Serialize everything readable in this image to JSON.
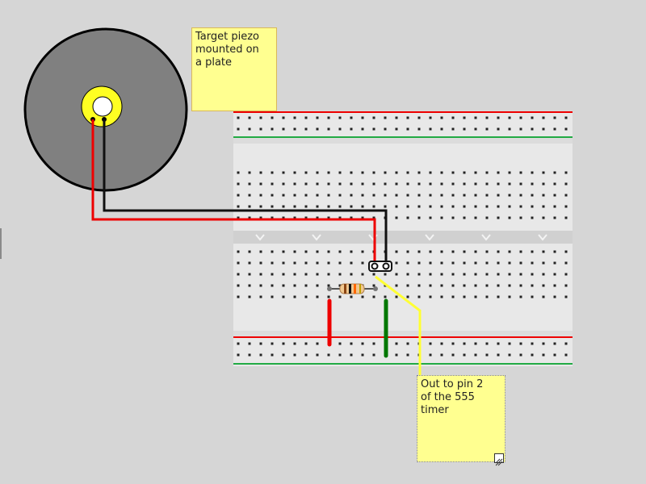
{
  "notes": {
    "piezo_text": "Target piezo\nmounted on\na plate",
    "output_text": "Out to pin 2\nof the 555\ntimer"
  },
  "colors": {
    "background": "#d6d6d6",
    "note_fill": "#ffff90",
    "red_wire": "#ee0000",
    "black_wire": "#111111",
    "yellow_wire": "#ffff33",
    "green_wire": "#007700",
    "breadboard": "#e8e8e8",
    "piezo_disc": "#808080",
    "piezo_element": "#ffff22"
  },
  "components": {
    "piezo": {
      "name": "piezo-disc",
      "wires": [
        "red",
        "black"
      ]
    },
    "resistor": {
      "name": "resistor",
      "bands": [
        "#8b4513",
        "#111111",
        "#ff6600",
        "#c0a000"
      ]
    },
    "jumpers": [
      "red-jumper",
      "green-jumper"
    ],
    "connector": "two-pin-header"
  }
}
